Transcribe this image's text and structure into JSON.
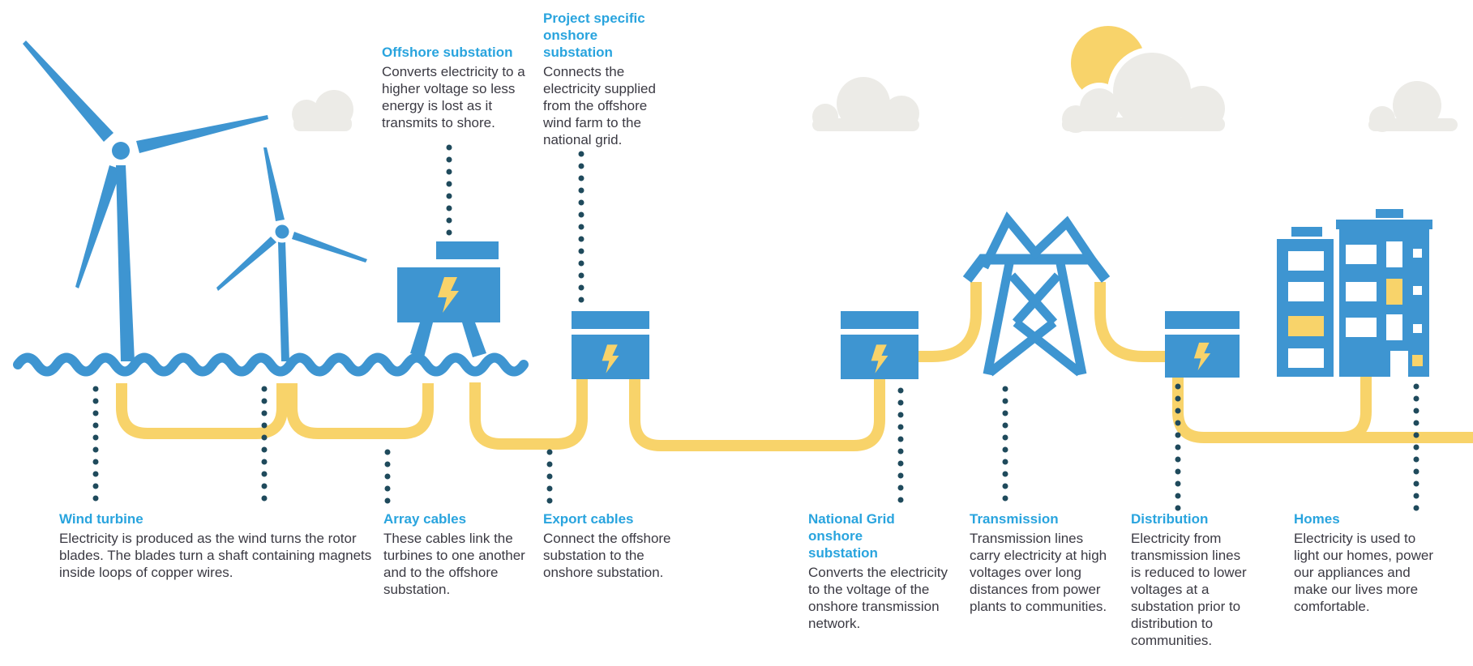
{
  "colors": {
    "blue": "#3E95D1",
    "yellow": "#F8D36A",
    "head": "#29A4DE",
    "text": "#3B3A43",
    "navy": "#1F4A5C",
    "cloud": "#ECEBE7"
  },
  "icons": [
    "wind-turbine-icon",
    "sea-wave-icon",
    "offshore-substation-icon",
    "onshore-substation-icon",
    "national-grid-substation-icon",
    "transmission-tower-icon",
    "distribution-substation-icon",
    "homes-icon",
    "lightning-bolt-icon",
    "sun-icon",
    "cloud-icon",
    "cable-line",
    "dotted-connector-line"
  ],
  "callouts": {
    "offshore_substation": {
      "title": "Offshore substation",
      "body": "Converts electricity to a higher voltage so less energy is lost as it transmits to shore."
    },
    "project_onshore_substation": {
      "title": "Project specific onshore substation",
      "body": "Connects the electricity supplied from the offshore wind farm to the national grid."
    },
    "wind_turbine": {
      "title": "Wind turbine",
      "body": "Electricity is produced as the wind turns the rotor blades. The blades turn a shaft containing magnets inside loops of copper wires."
    },
    "array_cables": {
      "title": "Array cables",
      "body": "These cables link the turbines to one another and to the offshore substation."
    },
    "export_cables": {
      "title": "Export cables",
      "body": "Connect the offshore substation to the onshore substation."
    },
    "national_grid_onshore_substation": {
      "title": "National Grid onshore substation",
      "body": "Converts the electricity to the voltage of the onshore transmission network."
    },
    "transmission": {
      "title": "Transmission",
      "body": "Transmission lines carry electricity at high voltages over long distances from power plants to communities."
    },
    "distribution": {
      "title": "Distribution",
      "body": "Electricity from transmission lines is reduced to lower voltages at a substation prior to distribution to communities."
    },
    "homes": {
      "title": "Homes",
      "body": "Electricity is used to light our homes, power our appliances and make our lives more comfortable."
    }
  }
}
